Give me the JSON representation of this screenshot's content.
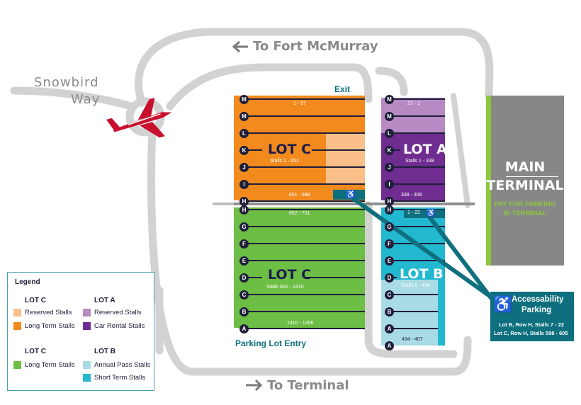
{
  "roads": {
    "to_fort_mcmurray": "To Fort McMurray",
    "to_terminal": "To Terminal",
    "snowbird_line1": "Snowbird",
    "snowbird_line2": "Way"
  },
  "labels": {
    "exit": "Exit",
    "parking_lot_entry": "Parking Lot Entry"
  },
  "lots": {
    "lot_c_top": {
      "title": "LOT C",
      "subtitle": "Stalls 1 - 651",
      "range_top": "1 - 57",
      "range_bottom": "651 - 598"
    },
    "lot_c_bottom": {
      "title": "LOT C",
      "subtitle": "Stalls 652 - 1410",
      "range_top": "652 - 701",
      "range_bottom": "1410 - 1356"
    },
    "lot_a": {
      "title": "LOT A",
      "subtitle": "Stalls 1 - 338",
      "range_top": "27 - 1",
      "range_bottom": "338 - 308"
    },
    "lot_b": {
      "title": "LOT B",
      "subtitle": "Stalls 1 - 434",
      "range_top": "1 - 22",
      "range_bottom": "434 - 407"
    }
  },
  "rows": {
    "lot_c_top": [
      "M",
      "M",
      "L",
      "K",
      "J",
      "I",
      "H"
    ],
    "lot_c_bottom": [
      "H",
      "G",
      "F",
      "E",
      "D",
      "C",
      "B",
      "A"
    ],
    "lot_ab_top": [
      "M",
      "M",
      "L",
      "K",
      "J",
      "I",
      "H"
    ],
    "lot_ab_bottom": [
      "H",
      "G",
      "F",
      "E",
      "D",
      "C",
      "B",
      "A",
      "A"
    ]
  },
  "terminal": {
    "line1": "MAIN",
    "line2": "TERMINAL",
    "pay_line1": "PAY FOR PARKING",
    "pay_line2": "IN TERMINAL"
  },
  "accessibility": {
    "line1": "Accessability",
    "line2": "Parking",
    "detail1": "Lot B, Row H, Stalls 7 - 22",
    "detail2": "Lot C, Row H, Stalls 598 - 605"
  },
  "legend": {
    "title": "Legend",
    "group1_a": "LOT C",
    "group1_b": "LOT A",
    "reserved_c": "Reserved Stalls",
    "long_term_c": "Long Term Stalls",
    "reserved_a": "Reserved Stalls",
    "car_rental_a": "Car Rental Stalls",
    "group2_a": "LOT C",
    "group2_b": "LOT B",
    "long_term_c2": "Long Term Stalls",
    "annual_b": "Annual Pass Stalls",
    "short_b": "Short Term Stalls"
  },
  "colors": {
    "lot_c_long_term": "#f28a1e",
    "lot_c_reserved": "#fbc08a",
    "lot_c_green": "#6dbe45",
    "lot_a_reserved": "#b88ac4",
    "lot_a_rental": "#6f2c91",
    "lot_b_annual": "#a9dbe6",
    "lot_b_short": "#21b8d0",
    "road": "#d0d0d0",
    "terminal": "#878787",
    "terminal_accent": "#8dc63f",
    "accessibility": "#0e6f7e"
  },
  "icons": [
    "airplane-icon",
    "wheelchair-icon",
    "arrow-left-icon",
    "arrow-right-icon"
  ]
}
